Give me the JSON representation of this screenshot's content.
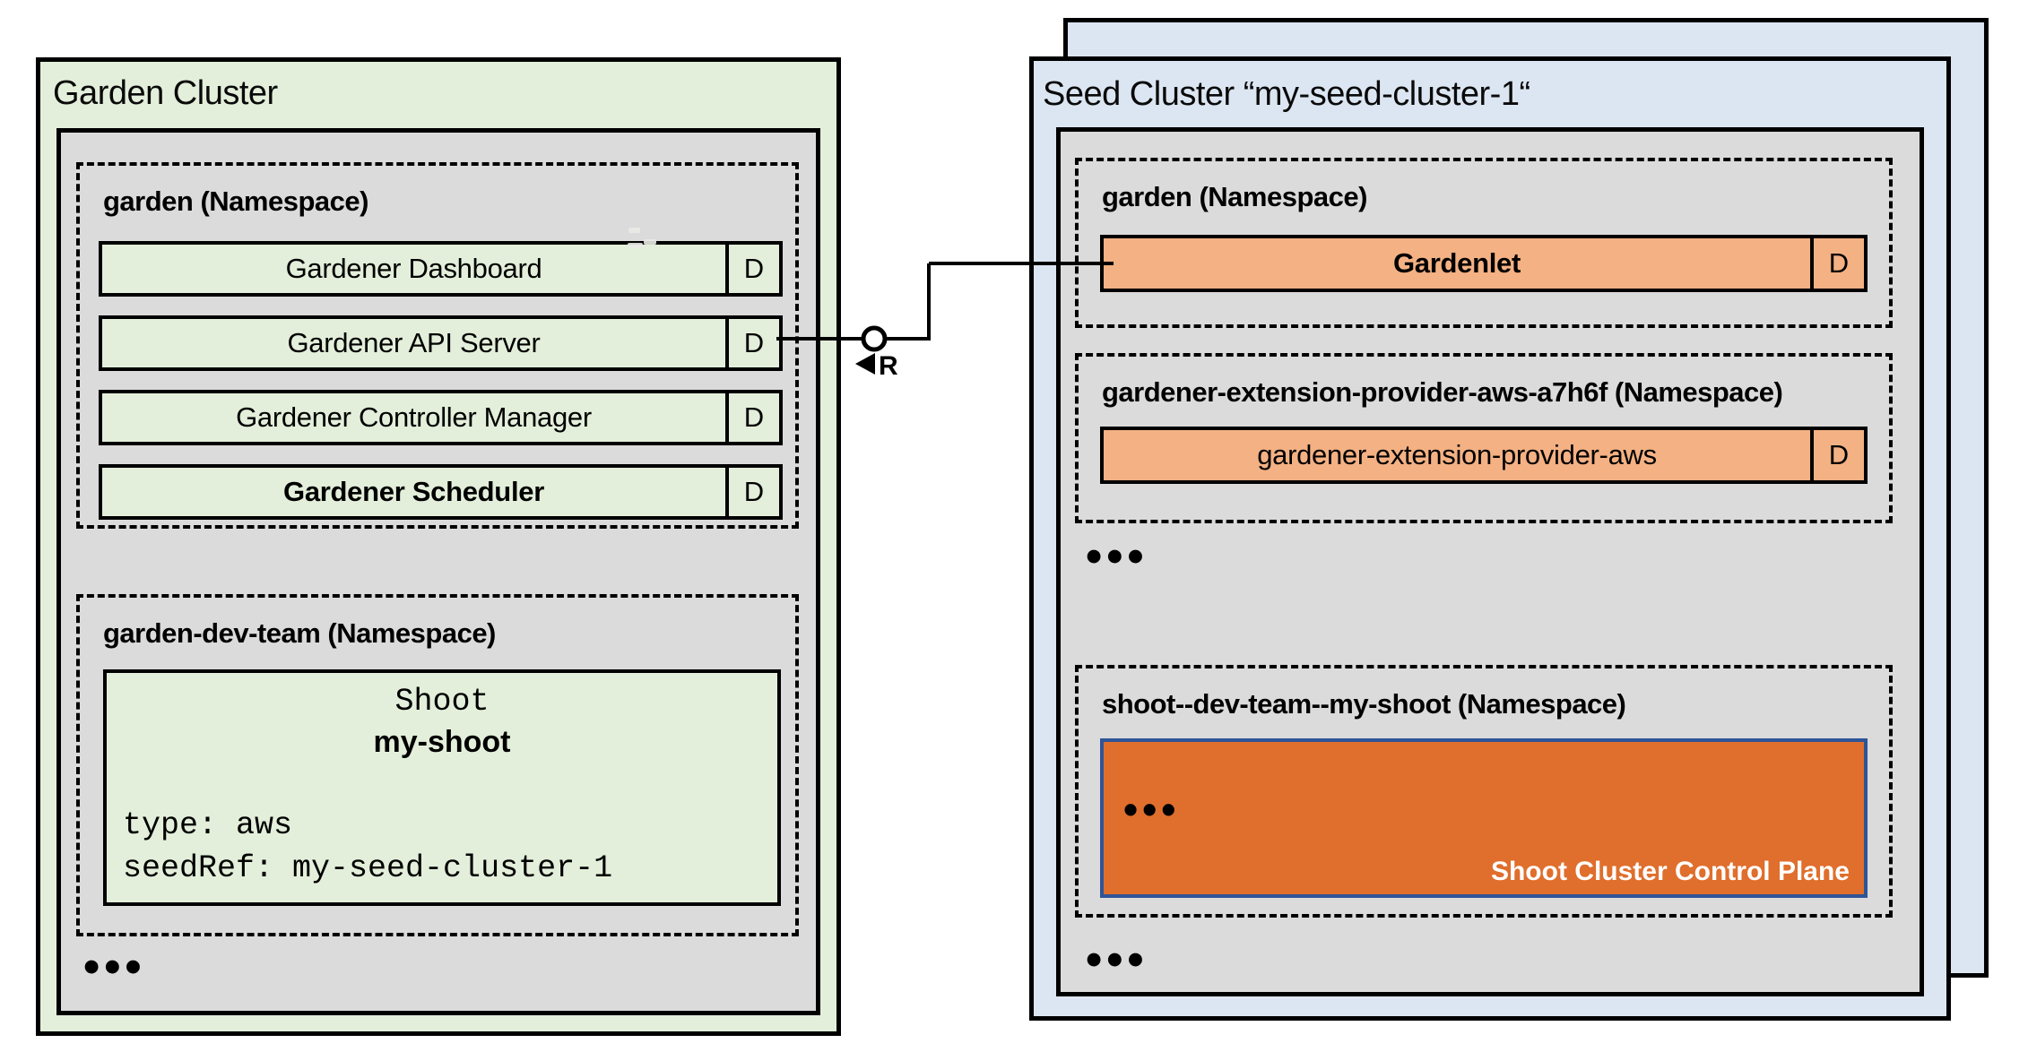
{
  "labels": {
    "badge": "D",
    "ellipsis": "•••"
  },
  "garden_cluster": {
    "title": "Garden Cluster",
    "ns_garden": {
      "label": "garden (Namespace)",
      "components": [
        {
          "label": "Gardener Dashboard"
        },
        {
          "label": "Gardener API Server"
        },
        {
          "label": "Gardener Controller Manager"
        },
        {
          "label": "Gardener Scheduler"
        }
      ]
    },
    "ns_dev_team": {
      "label": "garden-dev-team (Namespace)",
      "shoot": {
        "kind": "Shoot",
        "name": "my-shoot",
        "spec_line_1": "type: aws",
        "spec_line_2": "seedRef: my-seed-cluster-1"
      }
    }
  },
  "connector": {
    "label": "R"
  },
  "seed_cluster": {
    "title": "Seed Cluster “my-seed-cluster-1“",
    "ns_garden": {
      "label": "garden (Namespace)",
      "component": "Gardenlet"
    },
    "ns_extension": {
      "label": "gardener-extension-provider-aws-a7h6f (Namespace)",
      "component": "gardener-extension-provider-aws"
    },
    "ns_shoot": {
      "label": "shoot--dev-team--my-shoot (Namespace)",
      "control_plane": "Shoot Cluster Control Plane"
    }
  },
  "colors": {
    "light_green": "#E3EFDA",
    "light_blue": "#DCE6F2",
    "panel_gray": "#DBDBDB",
    "light_orange": "#F4B183",
    "dark_orange": "#E06E2C",
    "control_plane_border": "#2F5597",
    "line_black": "#000000"
  }
}
